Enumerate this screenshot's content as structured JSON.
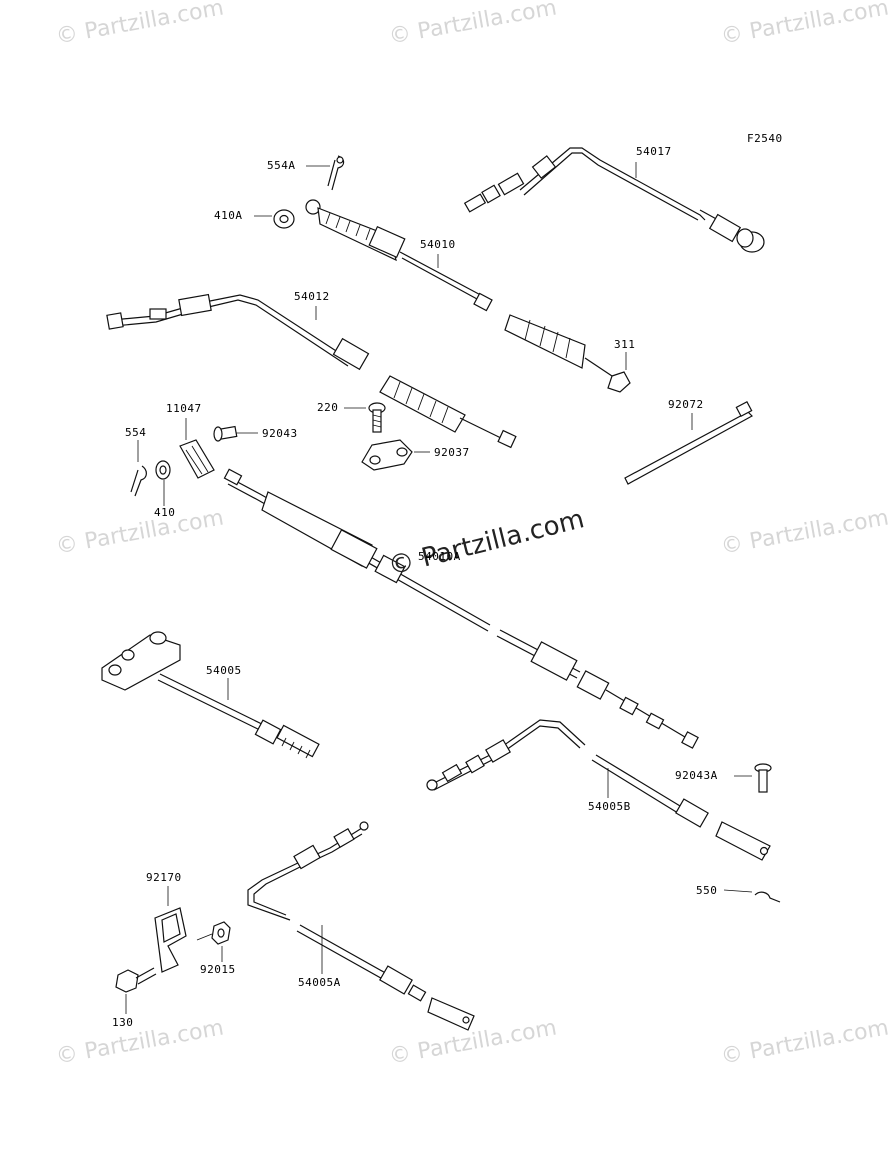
{
  "diagram_id": "F2540",
  "watermark_text": "© Partzilla.com",
  "watermark_center_text": "© Partzilla.com",
  "labels": {
    "p54017": "54017",
    "p554A": "554A",
    "p410A": "410A",
    "p54010": "54010",
    "p54012": "54012",
    "p311": "311",
    "p92072": "92072",
    "p220": "220",
    "p11047": "11047",
    "p92043": "92043",
    "p554": "554",
    "p92037": "92037",
    "p410": "410",
    "p54010A": "54010A",
    "p54005": "54005",
    "p92043A": "92043A",
    "p54005B": "54005B",
    "p550": "550",
    "p92170": "92170",
    "p92015": "92015",
    "p130": "130",
    "p54005A": "54005A"
  }
}
